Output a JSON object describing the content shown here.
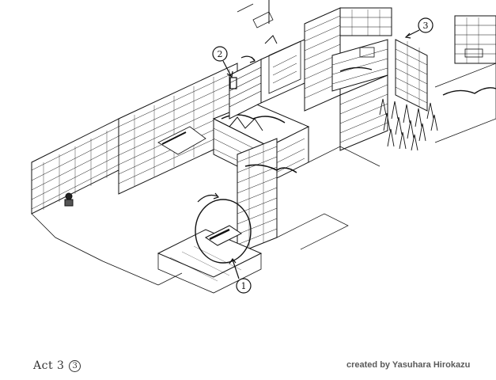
{
  "caption": {
    "act": "Act 3",
    "number": "3"
  },
  "credit": "created by Yasuhara Hirokazu",
  "markers": [
    {
      "label": "1"
    },
    {
      "label": "2"
    },
    {
      "label": "3"
    }
  ],
  "colors": {
    "ink": "#111111",
    "paper": "#ffffff",
    "credit_text": "#5a5a5a"
  }
}
